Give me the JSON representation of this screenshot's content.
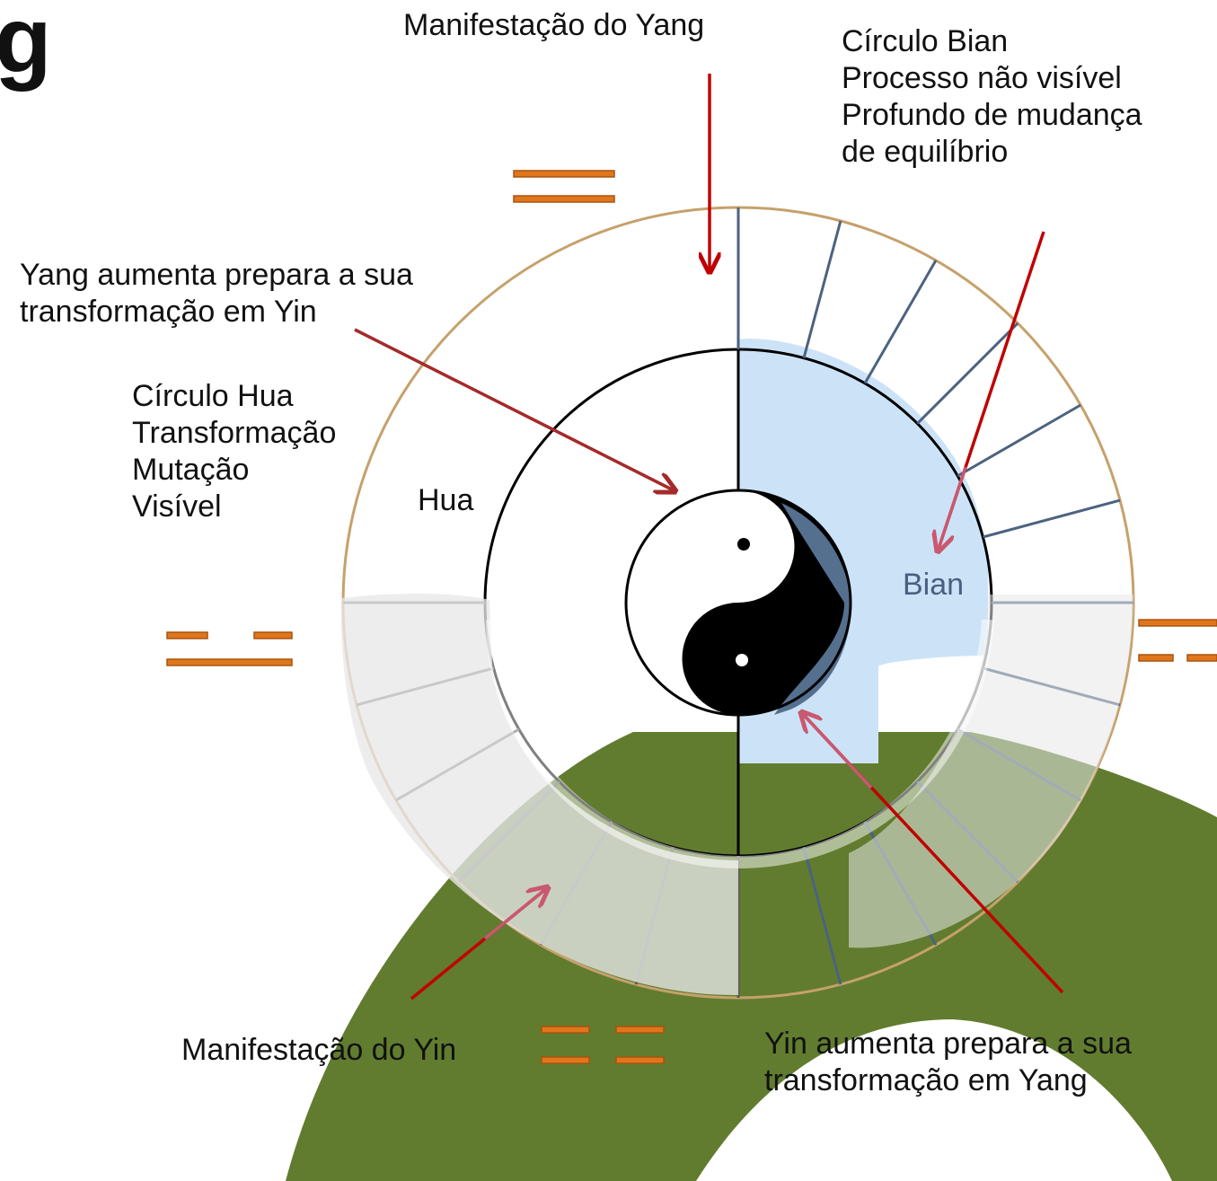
{
  "title_fragment": "g",
  "labels": {
    "yang_manifestation": "Manifestação do Yang",
    "bian_circle": [
      "Círculo Bian",
      "Processo não visível",
      "Profundo de mudança",
      "de equilíbrio"
    ],
    "yang_increases": [
      "Yang aumenta prepara a sua",
      "transformação em Yin"
    ],
    "hua_circle": [
      "Círculo Hua",
      "Transformação",
      "Mutação",
      "Visível"
    ],
    "hua": "Hua",
    "bian": "Bian",
    "yin_manifestation": "Manifestação do Yin",
    "yin_increases": [
      "Yin aumenta prepara a sua",
      "transformação em Yang"
    ]
  },
  "colors": {
    "green": "#617c2f",
    "outer_ring": "#c6a16c",
    "arrow_red": "#c00000",
    "arrow_dark": "#a52a2a",
    "arrow_pink": "#c95870",
    "bar_fill": "#e0761c",
    "bar_edge": "#a8530f",
    "blue_wash": "#cce3f7",
    "bian_text": "#4a5f80",
    "sector_line": "#4c627f"
  },
  "trigrams": [
    {
      "name": "trigram-top",
      "lines": [
        "solid",
        "solid"
      ]
    },
    {
      "name": "trigram-left",
      "lines": [
        "broken",
        "solid"
      ]
    },
    {
      "name": "trigram-right",
      "lines": [
        "solid",
        "broken"
      ]
    },
    {
      "name": "trigram-bottom",
      "lines": [
        "broken",
        "broken"
      ]
    }
  ]
}
